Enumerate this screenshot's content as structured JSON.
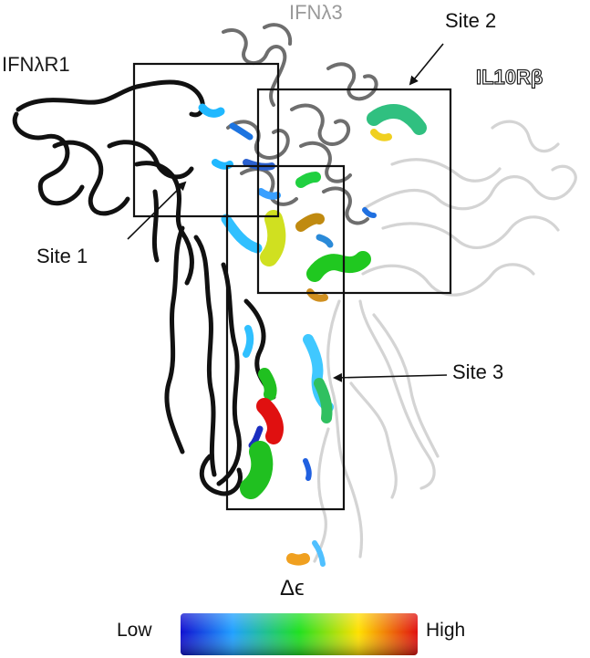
{
  "labels": {
    "ifn_lambda3": "IFNλ3",
    "ifn_lambda_r1": "IFNλR1",
    "il10_r_beta": "IL10Rβ",
    "site1": "Site 1",
    "site2": "Site 2",
    "site3": "Site 3",
    "delta_epsilon": "Δϵ"
  },
  "colorbar": {
    "low_label": "Low",
    "high_label": "High",
    "colors": [
      "#1010d0",
      "#20a0ff",
      "#20e020",
      "#ffe000",
      "#e01010"
    ]
  },
  "colors": {
    "ifn_lambda_r1_chain": "#111111",
    "ifn_lambda3_chain": "#777777",
    "il10_r_beta_chain": "#d0d0d0",
    "site_box": "#111111"
  }
}
